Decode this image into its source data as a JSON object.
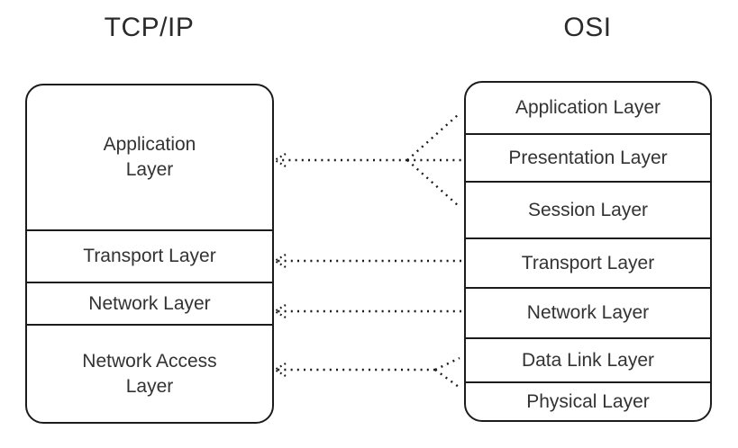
{
  "diagram": {
    "tcpip": {
      "title": "TCP/IP",
      "layers": [
        {
          "label": "Application Layer"
        },
        {
          "label": "Transport Layer"
        },
        {
          "label": "Network Layer"
        },
        {
          "label": "Network Access Layer"
        }
      ]
    },
    "osi": {
      "title": "OSI",
      "layers": [
        {
          "label": "Application Layer"
        },
        {
          "label": "Presentation Layer"
        },
        {
          "label": "Session Layer"
        },
        {
          "label": "Transport Layer"
        },
        {
          "label": "Network Layer"
        },
        {
          "label": "Data Link Layer"
        },
        {
          "label": "Physical Layer"
        }
      ]
    },
    "mappings": [
      {
        "from": [
          "Application Layer",
          "Presentation Layer",
          "Session Layer"
        ],
        "to": "Application Layer",
        "style": "dotted-arrow"
      },
      {
        "from": [
          "Transport Layer"
        ],
        "to": "Transport Layer",
        "style": "dotted-arrow"
      },
      {
        "from": [
          "Network Layer"
        ],
        "to": "Network Layer",
        "style": "dotted-arrow"
      },
      {
        "from": [
          "Data Link Layer",
          "Physical Layer"
        ],
        "to": "Network Access Layer",
        "style": "dotted-arrow"
      }
    ],
    "colors": {
      "stroke": "#1c1c1c",
      "text": "#333333",
      "background": "#ffffff"
    }
  }
}
